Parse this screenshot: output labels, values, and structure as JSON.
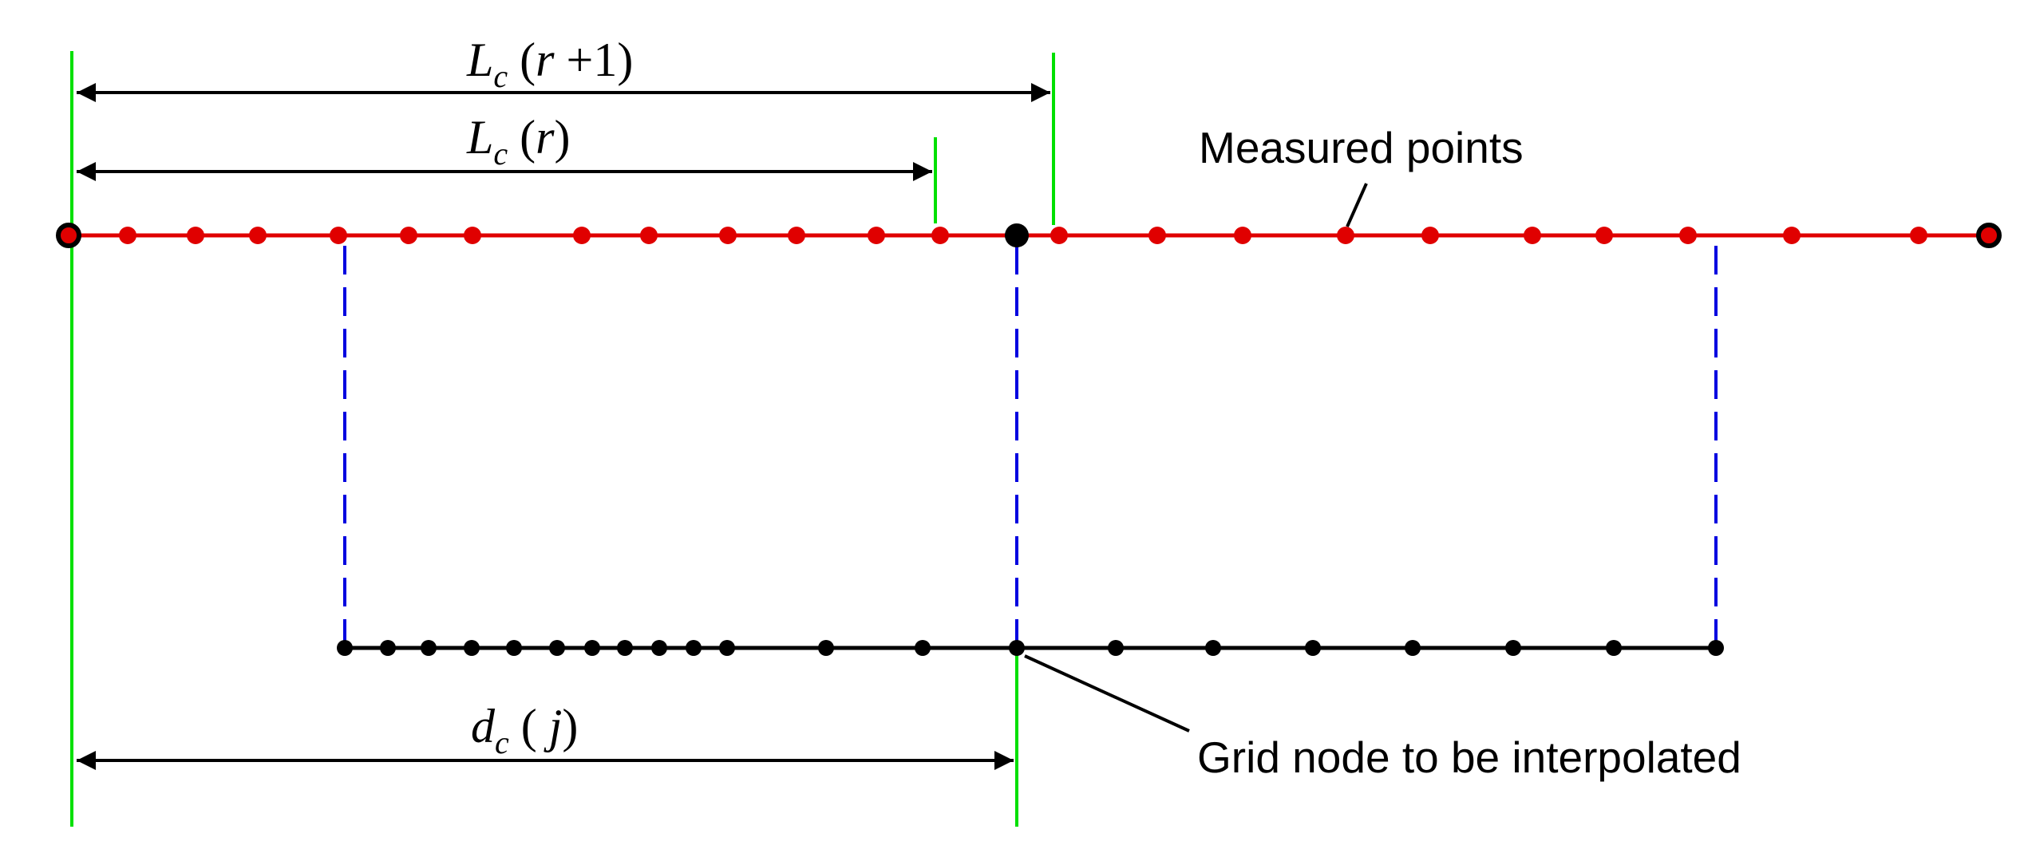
{
  "labels": {
    "lc_r_plus_1": {
      "base": "L",
      "sub": "c",
      "open": " (",
      "var": "r",
      "rest": " +1)"
    },
    "lc_r": {
      "base": "L",
      "sub": "c",
      "open": " (",
      "var": "r",
      "rest": ")"
    },
    "dc_j": {
      "base": "d",
      "sub": "c",
      "open": " ( ",
      "var": "j",
      "rest": ")"
    },
    "measured_points": "Measured points",
    "grid_node": "Grid node to be interpolated"
  },
  "colors": {
    "measured_line": "#e00000",
    "grid_line": "#000000",
    "boundary_line": "#00e000",
    "projection_line": "#0000e0",
    "arrow": "#000000"
  }
}
